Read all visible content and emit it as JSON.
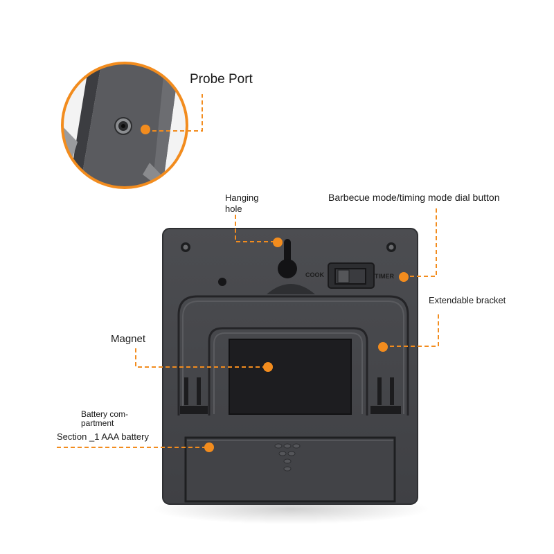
{
  "callouts": {
    "probe_port": "Probe Port",
    "hanging_hole_line1": "Hanging",
    "hanging_hole_line2": "hole",
    "dial_button": "Barbecue mode/timing mode dial button",
    "extendable_bracket": "Extendable bracket",
    "magnet": "Magnet",
    "battery_line1": "Battery com-",
    "battery_line2": "partment",
    "battery_spec": "Section _1 AAA battery"
  },
  "device": {
    "dial_left": "COOK",
    "dial_right": "TIMER"
  },
  "colors": {
    "accent": "#f28c1e",
    "device_body": "#46474b",
    "device_dark": "#2c2d30",
    "magnet": "#1d1d20"
  },
  "icons": [
    "leader-dot",
    "screw-icon",
    "battery-cover-arrow-icon"
  ]
}
